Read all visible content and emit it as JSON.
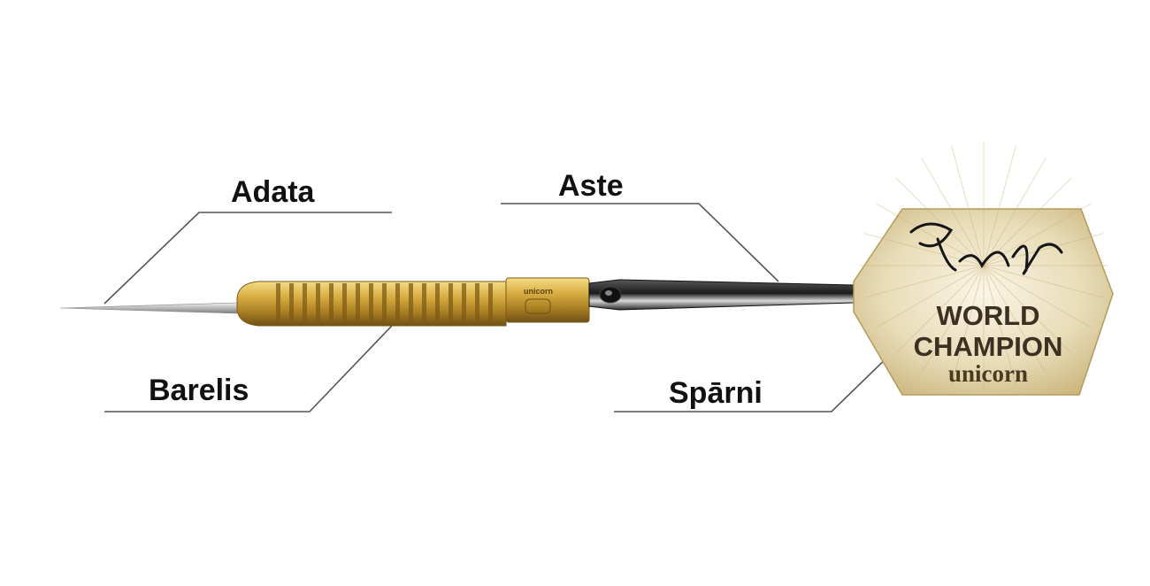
{
  "diagram": {
    "labels": {
      "tip": "Adata",
      "shaft": "Aste",
      "barrel": "Barelis",
      "flight": "Spārni"
    },
    "flight_print": {
      "line1": "WORLD",
      "line2": "CHAMPION",
      "brand": "unicorn",
      "barrel_engraving": "unicorn"
    },
    "colors": {
      "gold": "#c9a23a",
      "gold_dark": "#8a6a1e",
      "shaft": "#222222",
      "flight": "#e7dcc0",
      "leader": "#555555",
      "text": "#111111"
    }
  }
}
